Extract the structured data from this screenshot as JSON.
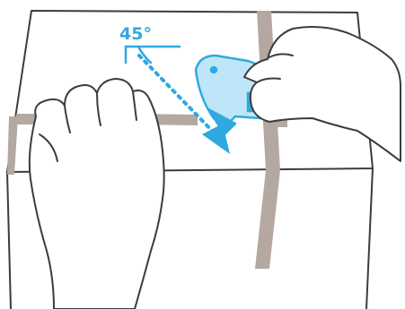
{
  "diagram": {
    "angle_label": "45°"
  },
  "colors": {
    "outline": "#3c3c3c",
    "tape": "#b4a8a0",
    "accent_blue": "#2fa9e0",
    "accent_blue_light": "#bfe6f8",
    "background": "#ffffff"
  },
  "icons": {
    "cutter": "box-cutter-icon",
    "arrow": "cut-direction-arrow",
    "angle": "angle-indicator"
  }
}
